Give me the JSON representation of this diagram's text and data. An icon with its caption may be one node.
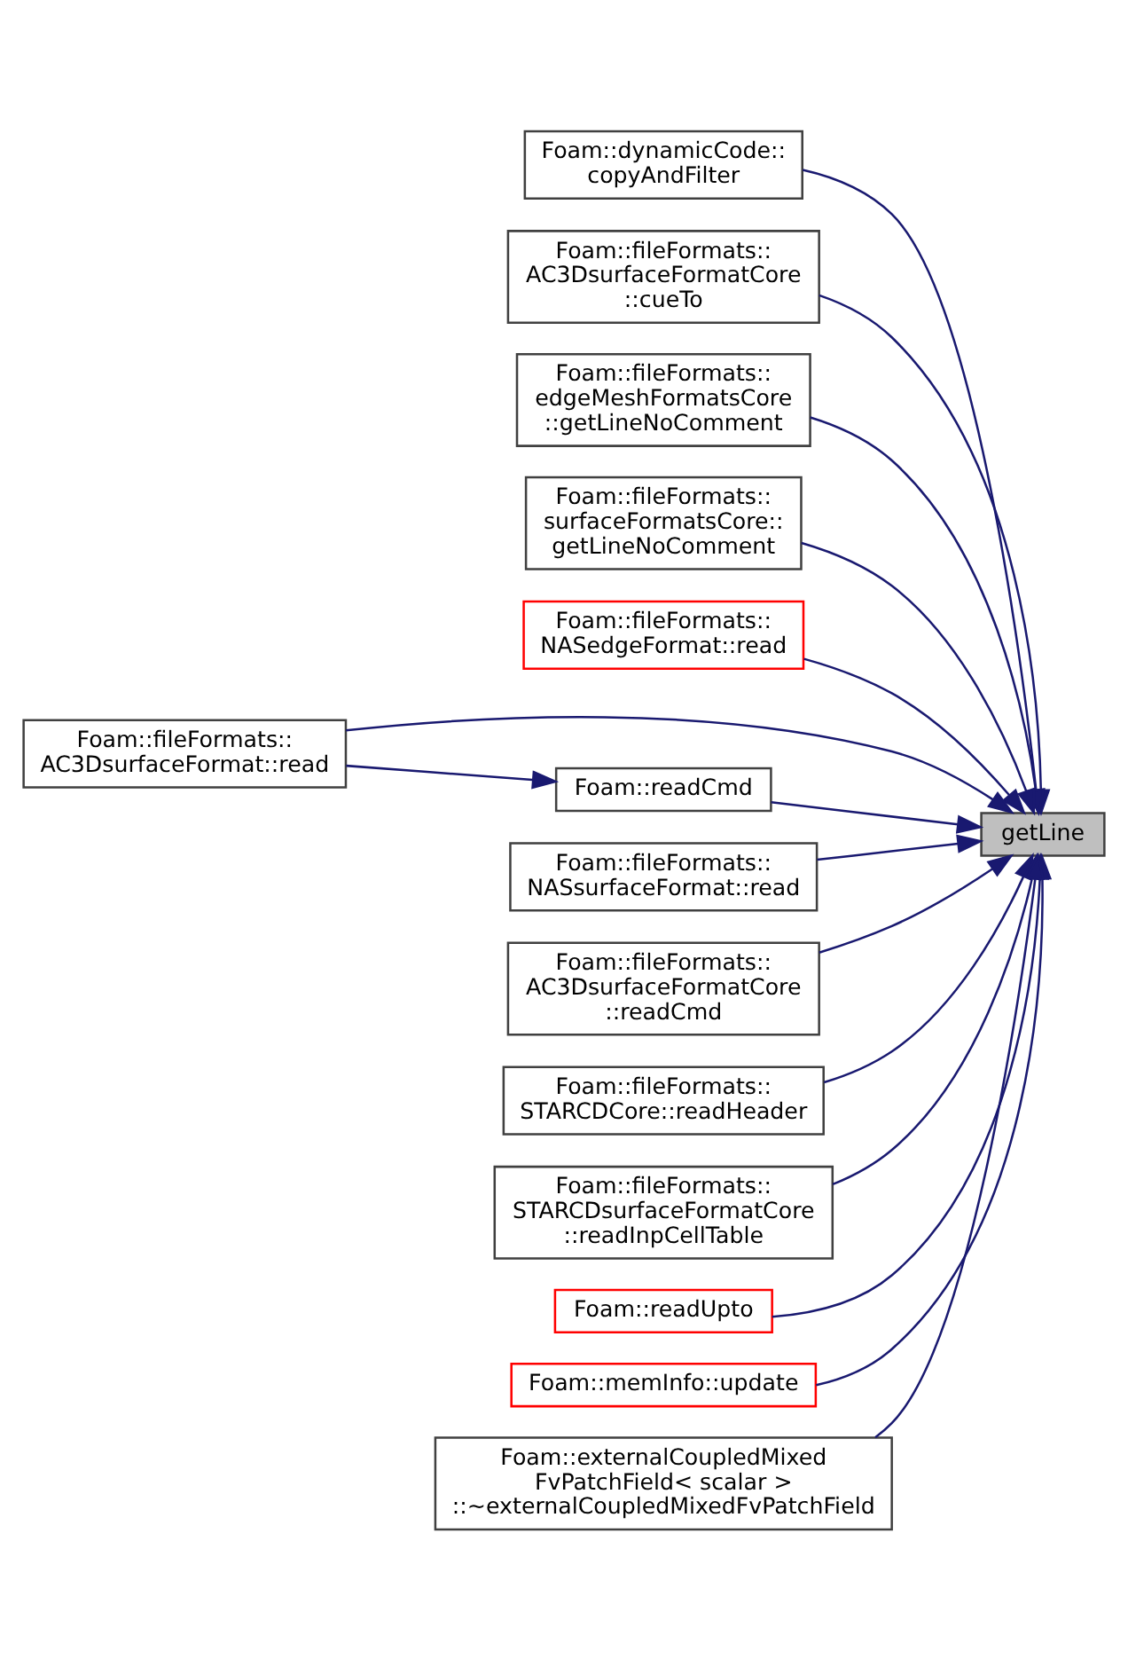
{
  "diagram": {
    "nodes": [
      {
        "text": [
          "Foam::dynamicCode:: copyAndFilter"
        ]
      },
      {
        "text": [
          "Foam::fileFormats:: AC3DsurfaceFormatCore ::cueTo"
        ]
      },
      {
        "text": [
          "Foam::fileFormats:: edgeMeshFormatsCore ::getLineNoComment"
        ]
      },
      {
        "text": [
          "Foam::fileFormats:: surfaceFormatsCore:: getLineNoComment"
        ]
      },
      {
        "text": [
          "Foam::fileFormats:: NASedgeFormat::read"
        ]
      },
      {
        "text": [
          "Foam::fileFormats:: AC3DsurfaceFormat::read"
        ]
      },
      {
        "text": [
          "getLine"
        ]
      },
      {
        "text": [
          "Foam::fileFormats:: NASsurfaceFormat::read"
        ]
      },
      {
        "text": [
          "Foam::fileFormats:: AC3DsurfaceFormatCore ::readCmd"
        ]
      },
      {
        "text": [
          "Foam::readCmd"
        ]
      },
      {
        "text": [
          "Foam::fileFormats:: STARCDCore::readHeader"
        ]
      },
      {
        "text": [
          "Foam::fileFormats:: STARCDsurfaceFormatCore ::readInpCellTable"
        ]
      },
      {
        "text": [
          "Foam::readUpto"
        ]
      },
      {
        "text": [
          "Foam::memInfo::update"
        ]
      },
      {
        "text": [
          "Foam::externalCoupledMixed FvPatchField< scalar > ::~externalCoupledMixedFvPatchField"
        ]
      }
    ],
    "edges": [
      {
        "from": 0,
        "to": 6,
        "arrow": "to"
      },
      {
        "from": 1,
        "to": 6,
        "arrow": "to"
      },
      {
        "from": 2,
        "to": 6,
        "arrow": "to"
      },
      {
        "from": 3,
        "to": 6,
        "arrow": "to"
      },
      {
        "from": 4,
        "to": 6,
        "arrow": "to"
      },
      {
        "from": 5,
        "to": 6,
        "arrow": "to"
      },
      {
        "from": 7,
        "to": 6,
        "arrow": "to"
      },
      {
        "from": 8,
        "to": 6,
        "arrow": "to"
      },
      {
        "from": 5,
        "to": 9,
        "arrow": "to"
      },
      {
        "from": 9,
        "to": 6,
        "arrow": "to"
      },
      {
        "from": 10,
        "to": 6,
        "arrow": "to"
      },
      {
        "from": 11,
        "to": 6,
        "arrow": "to"
      },
      {
        "from": 12,
        "to": 6,
        "arrow": "to"
      },
      {
        "from": 13,
        "to": 6,
        "arrow": "to"
      },
      {
        "from": 14,
        "to": 6,
        "arrow": "to"
      }
    ]
  }
}
